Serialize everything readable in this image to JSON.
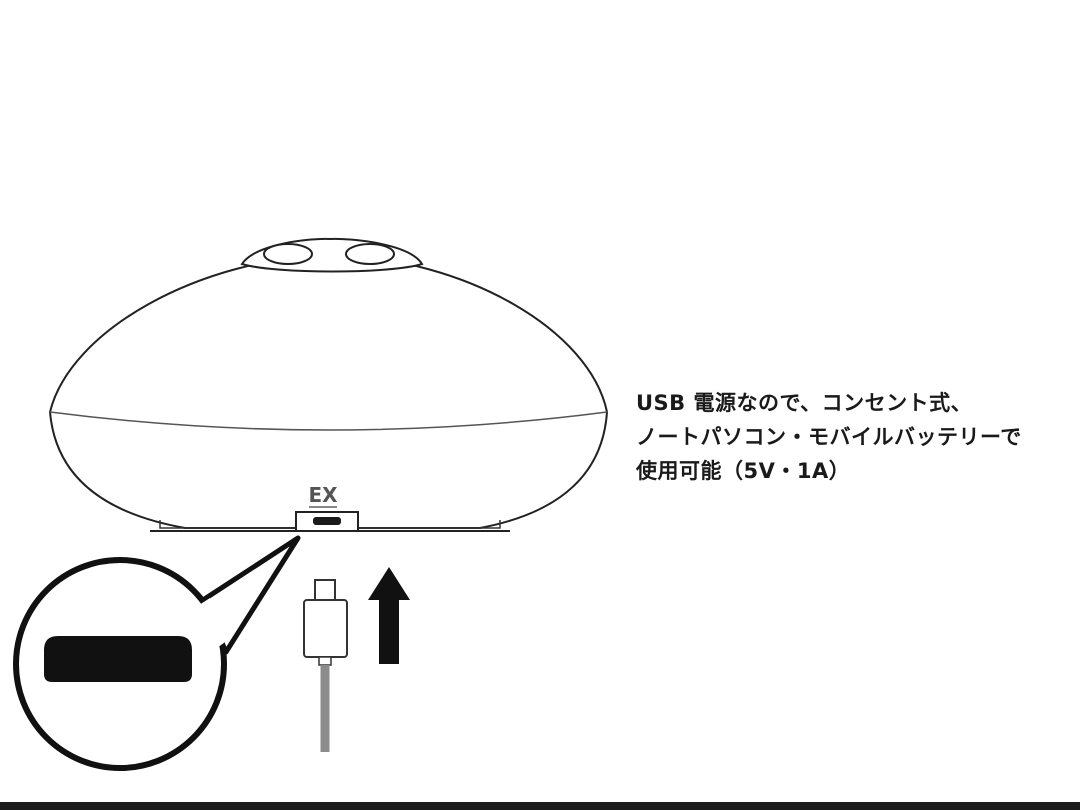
{
  "caption": {
    "lines": [
      "USB 電源なので、コンセント式、",
      "ノートパソコン・モバイルバッテリーで",
      "使用可能（5V・1A）"
    ]
  },
  "device": {
    "logo_text": "EX"
  },
  "icons": {
    "device": "humidifier-dome-icon",
    "zoom": "magnifier-callout-icon",
    "cable": "micro-usb-cable-icon",
    "arrow": "arrow-up-icon"
  },
  "colors": {
    "ink": "#1a1a1a",
    "cable_gray": "#9a9a9a",
    "background": "#ffffff"
  }
}
